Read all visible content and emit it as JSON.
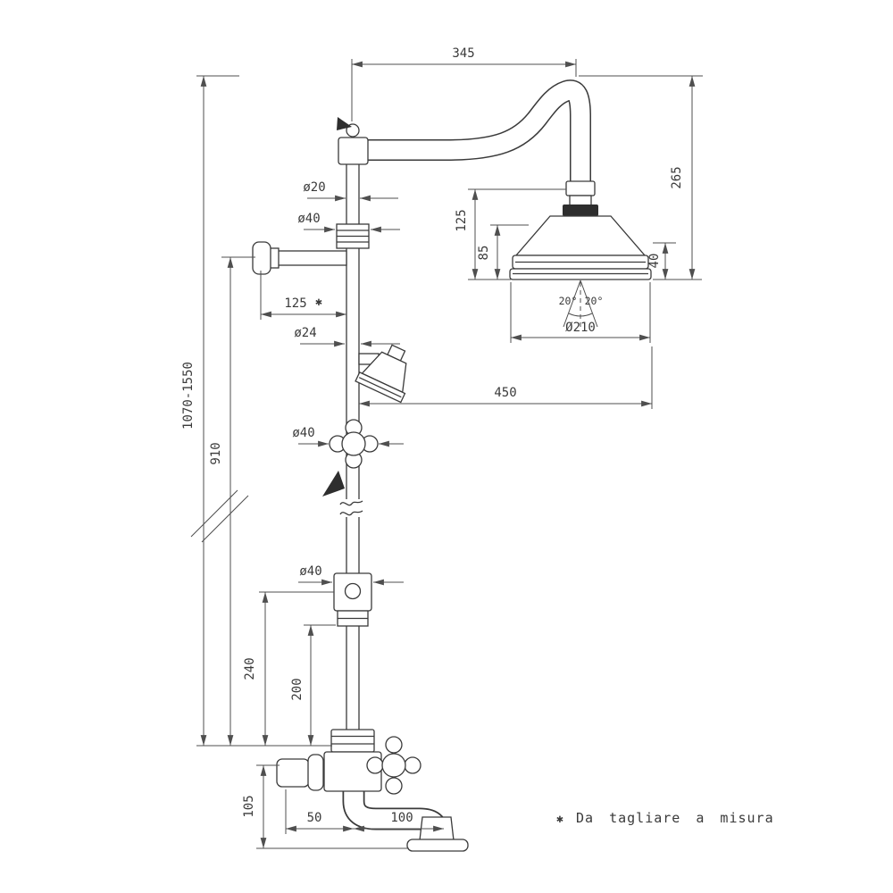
{
  "dims": {
    "d345": "345",
    "d265": "265",
    "d125_head": "125",
    "d85": "85",
    "d40_rim": "40",
    "d210": "Ø210",
    "a20l": "20°",
    "a20r": "20°",
    "d20": "ø20",
    "d40_coupling": "ø40",
    "d125_cut": "125",
    "cut_mark": "✱",
    "d24": "ø24",
    "d450": "450",
    "d40_diverter": "ø40",
    "d40_slider": "ø40",
    "h_total": "1070-1550",
    "h910": "910",
    "h240": "240",
    "h200": "200",
    "h105": "105",
    "w50": "50",
    "w100": "100"
  },
  "legend": {
    "mark": "✱",
    "text": "Da tagliare a misura"
  },
  "colors": {
    "line": "#3a3a3a",
    "dimension": "#4f4f4f",
    "background": "#ffffff"
  }
}
